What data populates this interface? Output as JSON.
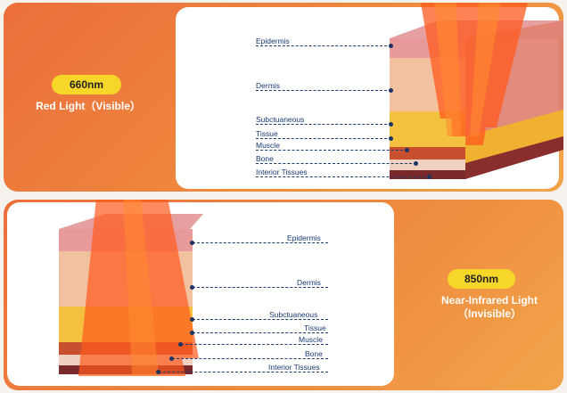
{
  "top": {
    "badge": "660nm",
    "caption_line1": "Red Light（Visible）",
    "layers": [
      "Epidermis",
      "Dermis",
      "Subctuaneous",
      "Tissue",
      "Muscle",
      "Bone",
      "Interior Tissues"
    ]
  },
  "bottom": {
    "badge": "850nm",
    "caption_line1": "Near-Infrared Light",
    "caption_line2": "（Invisible）",
    "layers": [
      "Epidermis",
      "Dermis",
      "Subctuaneous",
      "Tissue",
      "Muscle",
      "Bone",
      "Interior Tissues"
    ]
  },
  "colors": {
    "panel_gradient_start": "#ec6e3a",
    "panel_gradient_end": "#f2a44a",
    "badge": "#f7d62a",
    "label_text": "#183a73"
  }
}
